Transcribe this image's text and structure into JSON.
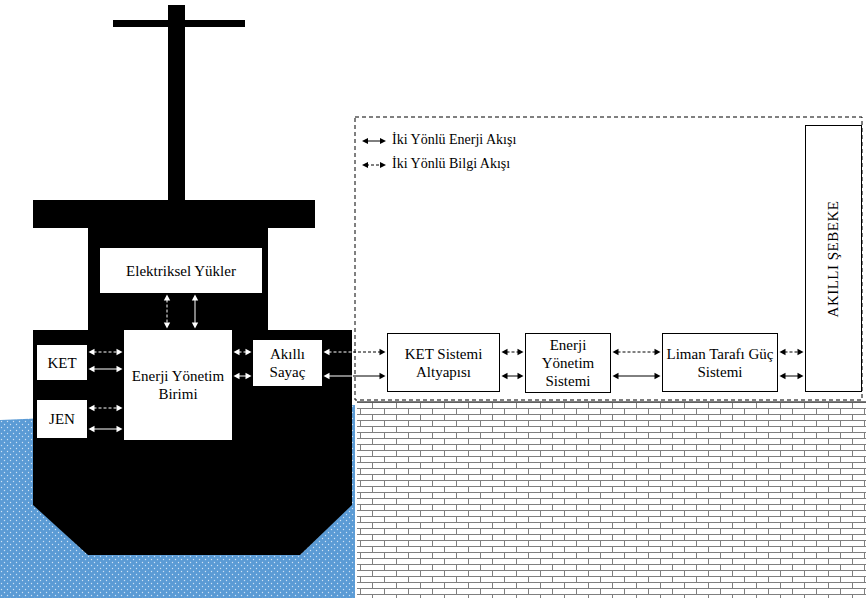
{
  "diagram": {
    "nodes": [
      {
        "text": [
          "Elektriksel Yükler"
        ]
      },
      {
        "text": [
          "KET"
        ]
      },
      {
        "text": [
          "JEN"
        ]
      },
      {
        "text": [
          "Enerji Yönetim Birimi"
        ]
      },
      {
        "text": [
          "Akıllı Sayaç"
        ]
      },
      {
        "text": [
          "KET Sistemi Altyapısı"
        ]
      },
      {
        "text": [
          "Enerji Yönetim Sistemi"
        ]
      },
      {
        "text": [
          "Liman Tarafı Güç Sistemi"
        ]
      },
      {
        "text": [
          "AKILLI ŞEBEKE"
        ]
      }
    ],
    "edges": [
      {
        "from": 0,
        "to": 3,
        "arrow": "both"
      },
      {
        "from": 0,
        "to": 3,
        "arrow": "both"
      },
      {
        "from": 1,
        "to": 3,
        "arrow": "both"
      },
      {
        "from": 1,
        "to": 3,
        "arrow": "both"
      },
      {
        "from": 2,
        "to": 3,
        "arrow": "both"
      },
      {
        "from": 2,
        "to": 3,
        "arrow": "both"
      },
      {
        "from": 3,
        "to": 4,
        "arrow": "both"
      },
      {
        "from": 3,
        "to": 4,
        "arrow": "both"
      },
      {
        "from": 4,
        "to": 5,
        "arrow": "both"
      },
      {
        "from": 4,
        "to": 5,
        "arrow": "both"
      },
      {
        "from": 5,
        "to": 6,
        "arrow": "both"
      },
      {
        "from": 5,
        "to": 6,
        "arrow": "both"
      },
      {
        "from": 6,
        "to": 7,
        "arrow": "both"
      },
      {
        "from": 6,
        "to": 7,
        "arrow": "both"
      },
      {
        "from": 7,
        "to": 8,
        "arrow": "both"
      },
      {
        "from": 7,
        "to": 8,
        "arrow": "both"
      }
    ],
    "legend": [
      {
        "text": "İki Yönlü Enerji Akışı"
      },
      {
        "text": "İki Yönlü Bilgi Akışı"
      }
    ]
  }
}
